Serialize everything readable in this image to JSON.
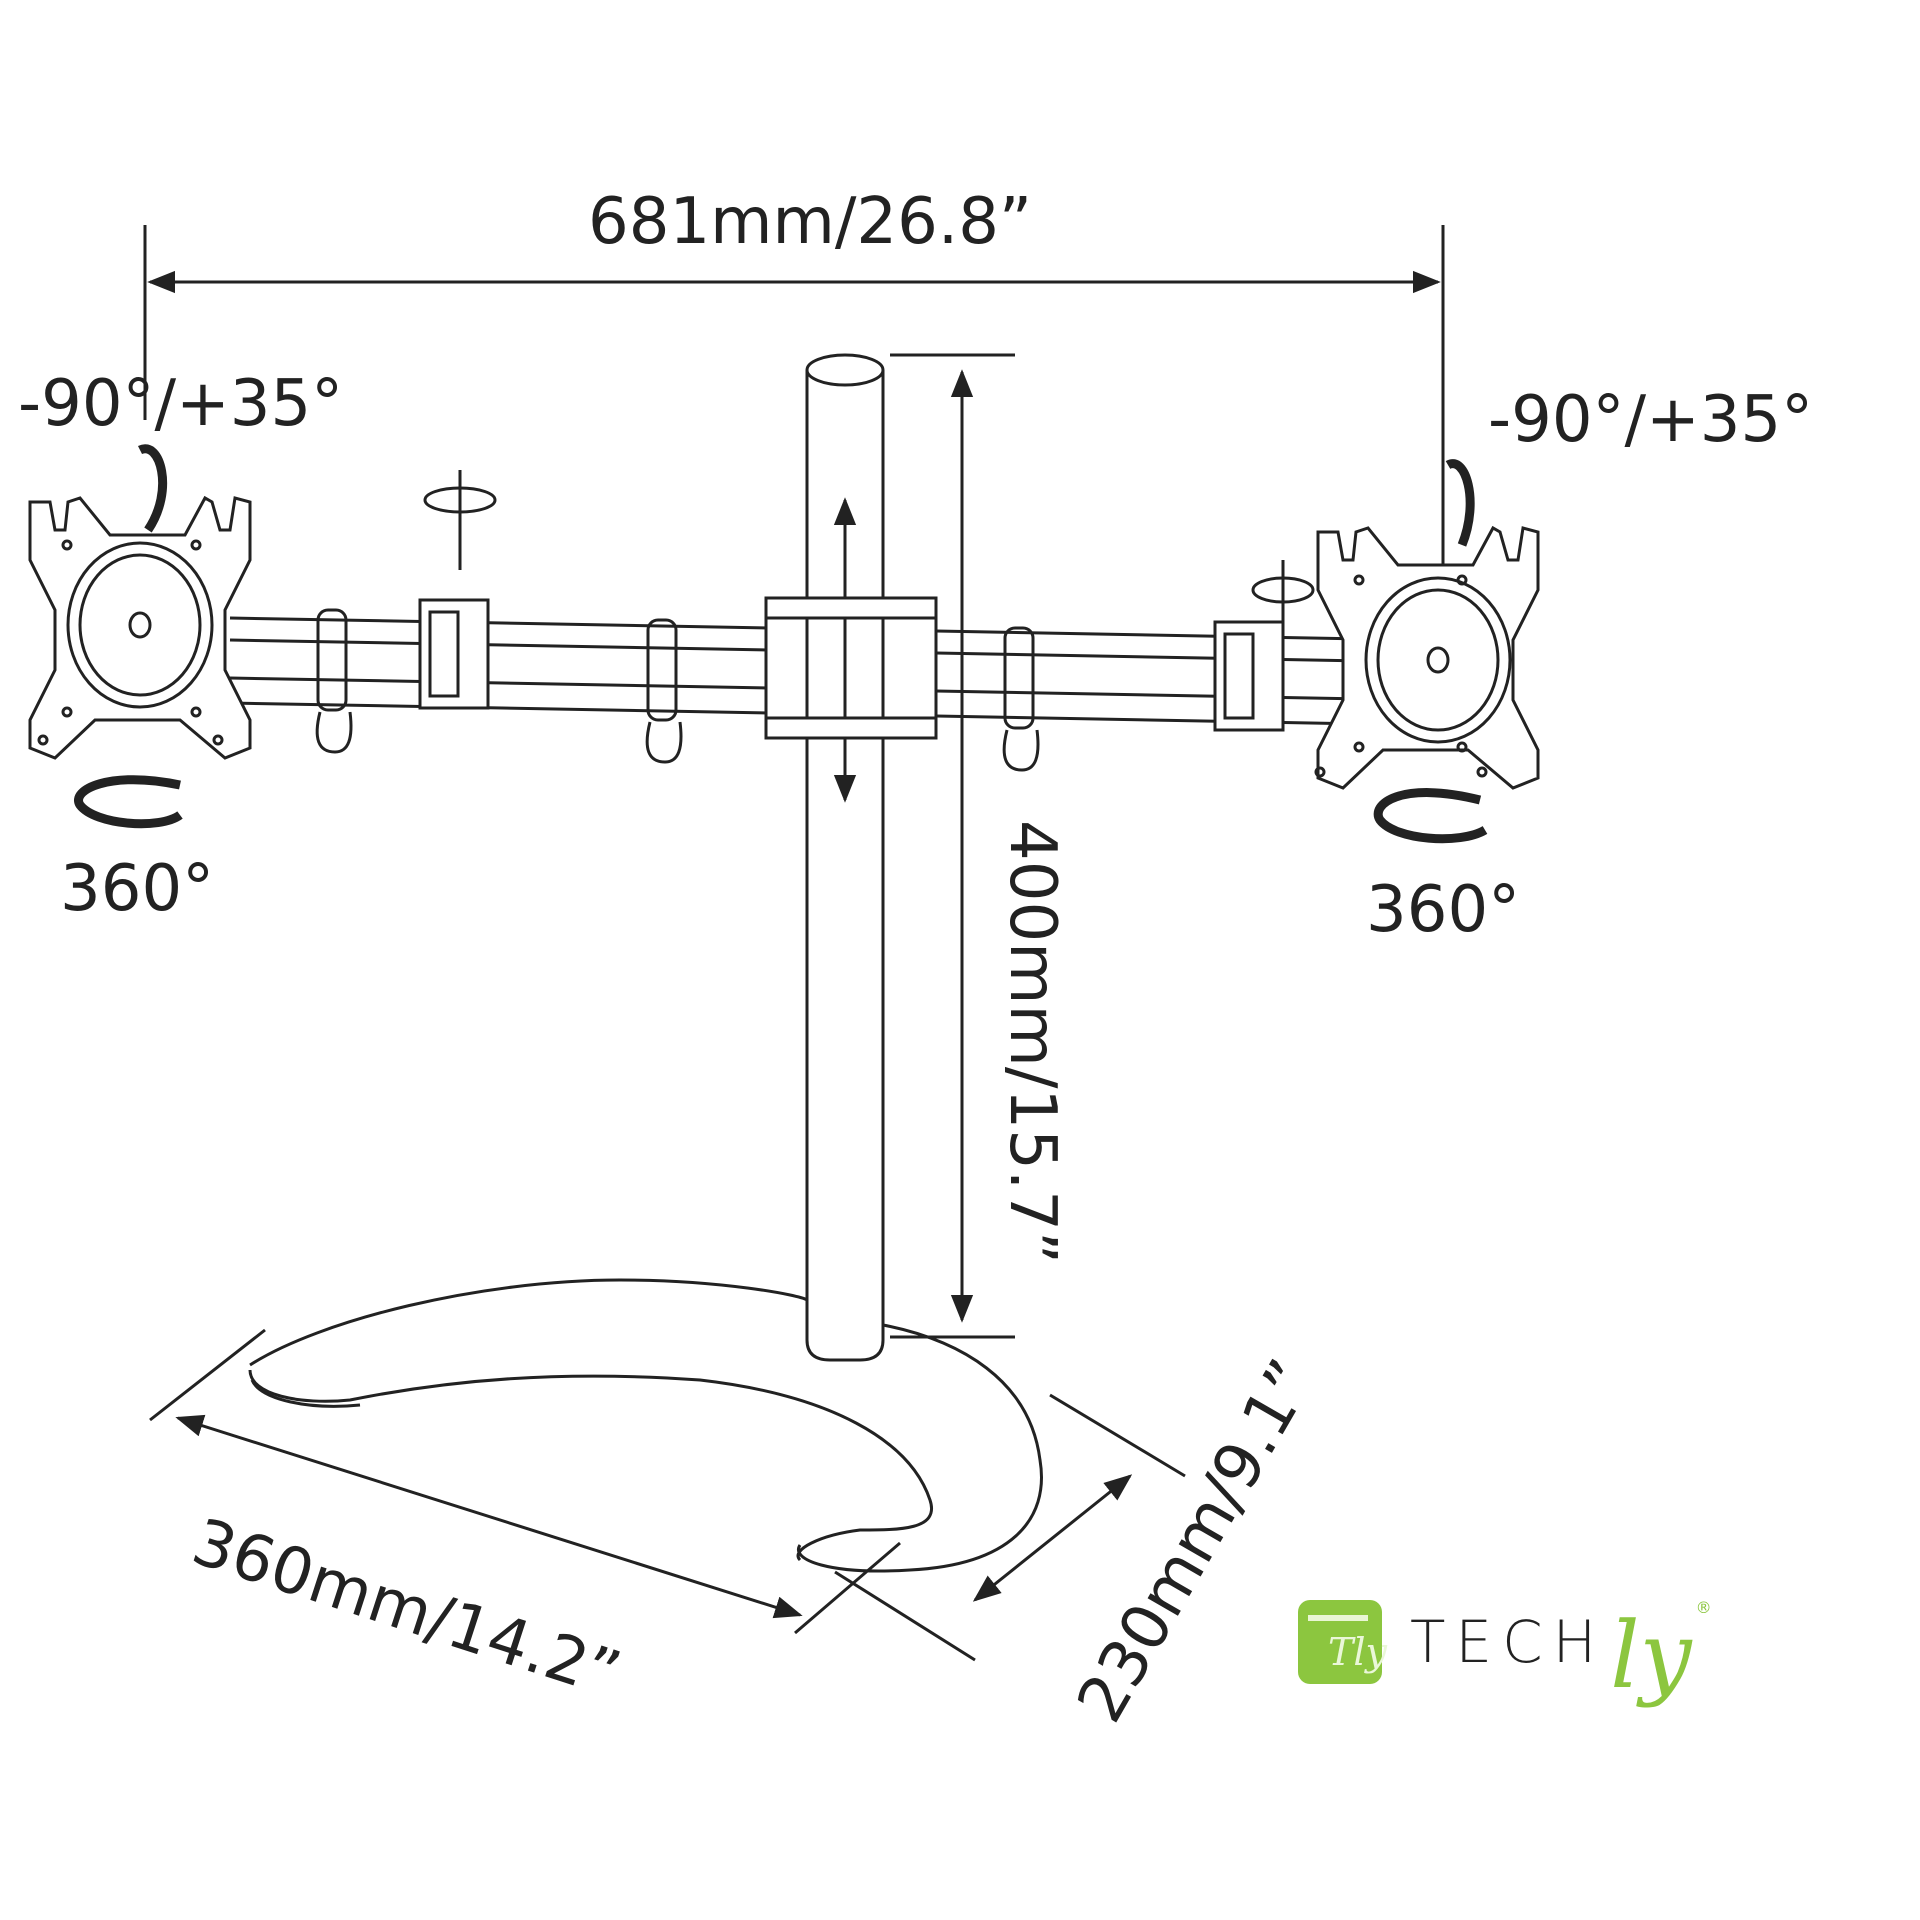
{
  "diagram": {
    "title": "Dual monitor desk stand dimension drawing",
    "dimensions": {
      "arm_span": "681mm/26.8”",
      "pole_height": "400mm/15.7”",
      "base_length": "360mm/14.2”",
      "base_depth": "230mm/9.1”"
    },
    "left_mount": {
      "tilt": "-90°/+35°",
      "rotation": "360°"
    },
    "right_mount": {
      "tilt": "-90°/+35°",
      "rotation": "360°"
    },
    "colors": {
      "line": "#222222",
      "brand_green": "#8cc63f"
    }
  },
  "logo": {
    "box_text": "Tly",
    "word": "TECH",
    "accent": "ly",
    "registered": "®"
  }
}
